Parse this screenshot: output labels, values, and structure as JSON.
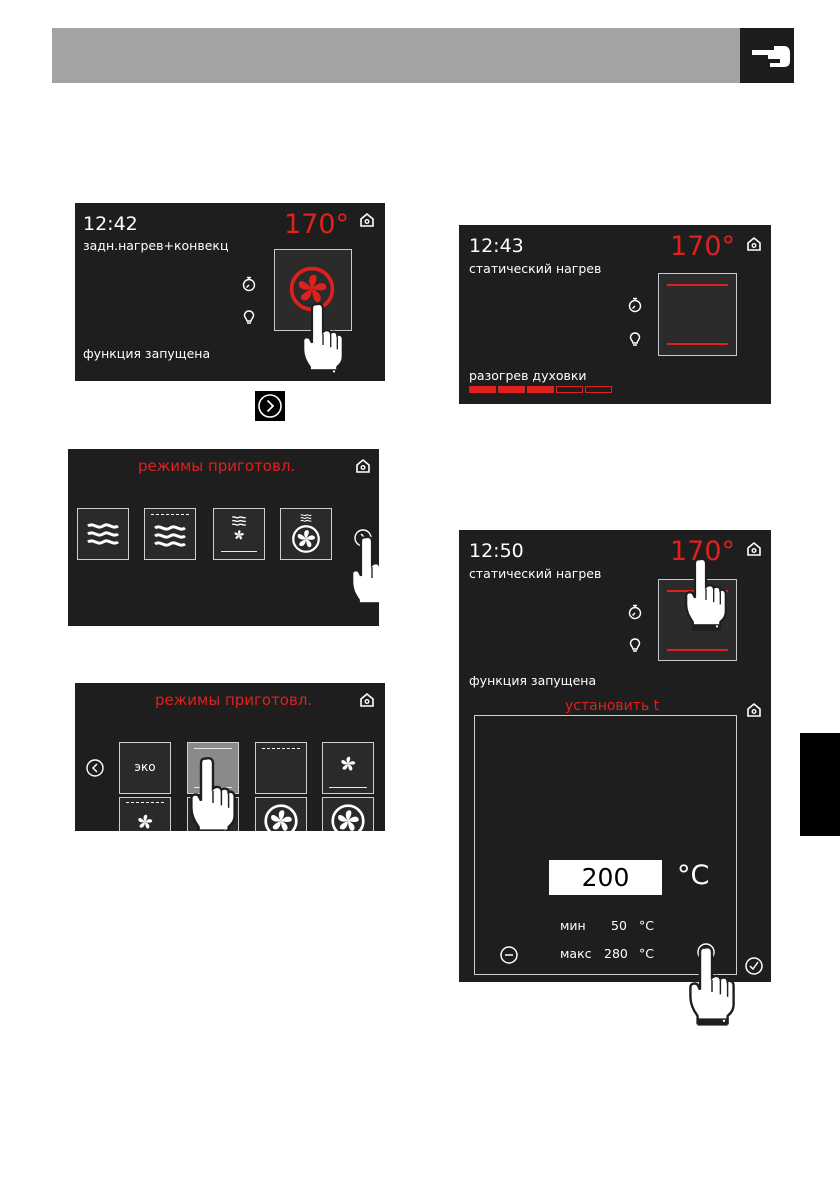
{
  "panels": {
    "a": {
      "time": "12:42",
      "mode": "задн.нагрев+конвекц",
      "temp": "170°",
      "status": "функция запущена"
    },
    "b": {
      "title": "режимы приготовл."
    },
    "c": {
      "title": "режимы приготовл.",
      "eco_label": "эко"
    },
    "d": {
      "time": "12:43",
      "mode": "статический нагрев",
      "temp": "170°",
      "status": "разогрев духовки",
      "progress": {
        "segments": 5,
        "filled": 3
      }
    },
    "e": {
      "time": "12:50",
      "mode": "статический нагрев",
      "temp": "170°",
      "status": "функция запущена"
    },
    "f": {
      "title": "установить t",
      "value": "200",
      "unit": "°C",
      "min_label": "мин",
      "min_value": "50",
      "min_unit": "°C",
      "max_label": "макс",
      "max_value": "280",
      "max_unit": "°C"
    }
  },
  "icons": [
    "home-icon",
    "timer-icon",
    "light-icon",
    "fan-icon",
    "chevron-right-icon",
    "chevron-left-icon",
    "plus-icon",
    "minus-icon",
    "check-icon",
    "hand-pointer-icon"
  ],
  "colors": {
    "accent": "#e0201f",
    "screen_bg": "#1e1e1e",
    "header_bar": "#a3a3a3"
  }
}
